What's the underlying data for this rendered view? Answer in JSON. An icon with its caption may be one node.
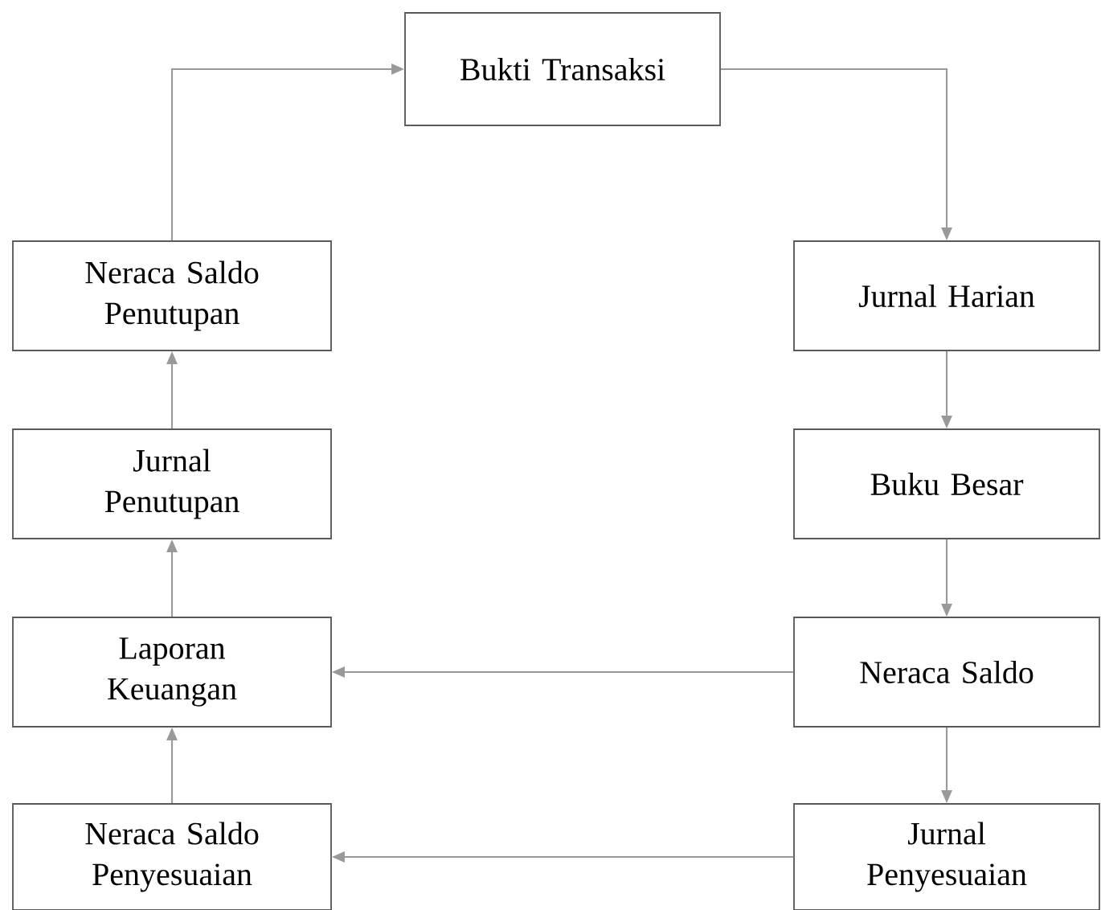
{
  "diagram": {
    "nodes": [
      {
        "text": [
          "Bukti Transaksi"
        ]
      },
      {
        "text": [
          "Jurnal Harian"
        ]
      },
      {
        "text": [
          "Buku Besar"
        ]
      },
      {
        "text": [
          "Neraca Saldo"
        ]
      },
      {
        "text": [
          "Jurnal Penyesuaian"
        ]
      },
      {
        "text": [
          "Neraca Saldo Penyesuaian"
        ]
      },
      {
        "text": [
          "Laporan Keuangan"
        ]
      },
      {
        "text": [
          "Jurnal Penutupan"
        ]
      },
      {
        "text": [
          "Neraca Saldo Penutupan"
        ]
      }
    ],
    "edges": [
      {
        "from": 0,
        "to": 1,
        "arrow": "to"
      },
      {
        "from": 1,
        "to": 2,
        "arrow": "to"
      },
      {
        "from": 2,
        "to": 3,
        "arrow": "to"
      },
      {
        "from": 3,
        "to": 4,
        "arrow": "to"
      },
      {
        "from": 3,
        "to": 6,
        "arrow": "to"
      },
      {
        "from": 4,
        "to": 5,
        "arrow": "to"
      },
      {
        "from": 5,
        "to": 6,
        "arrow": "to"
      },
      {
        "from": 6,
        "to": 7,
        "arrow": "to"
      },
      {
        "from": 7,
        "to": 8,
        "arrow": "to"
      },
      {
        "from": 8,
        "to": 0,
        "arrow": "to"
      }
    ]
  }
}
